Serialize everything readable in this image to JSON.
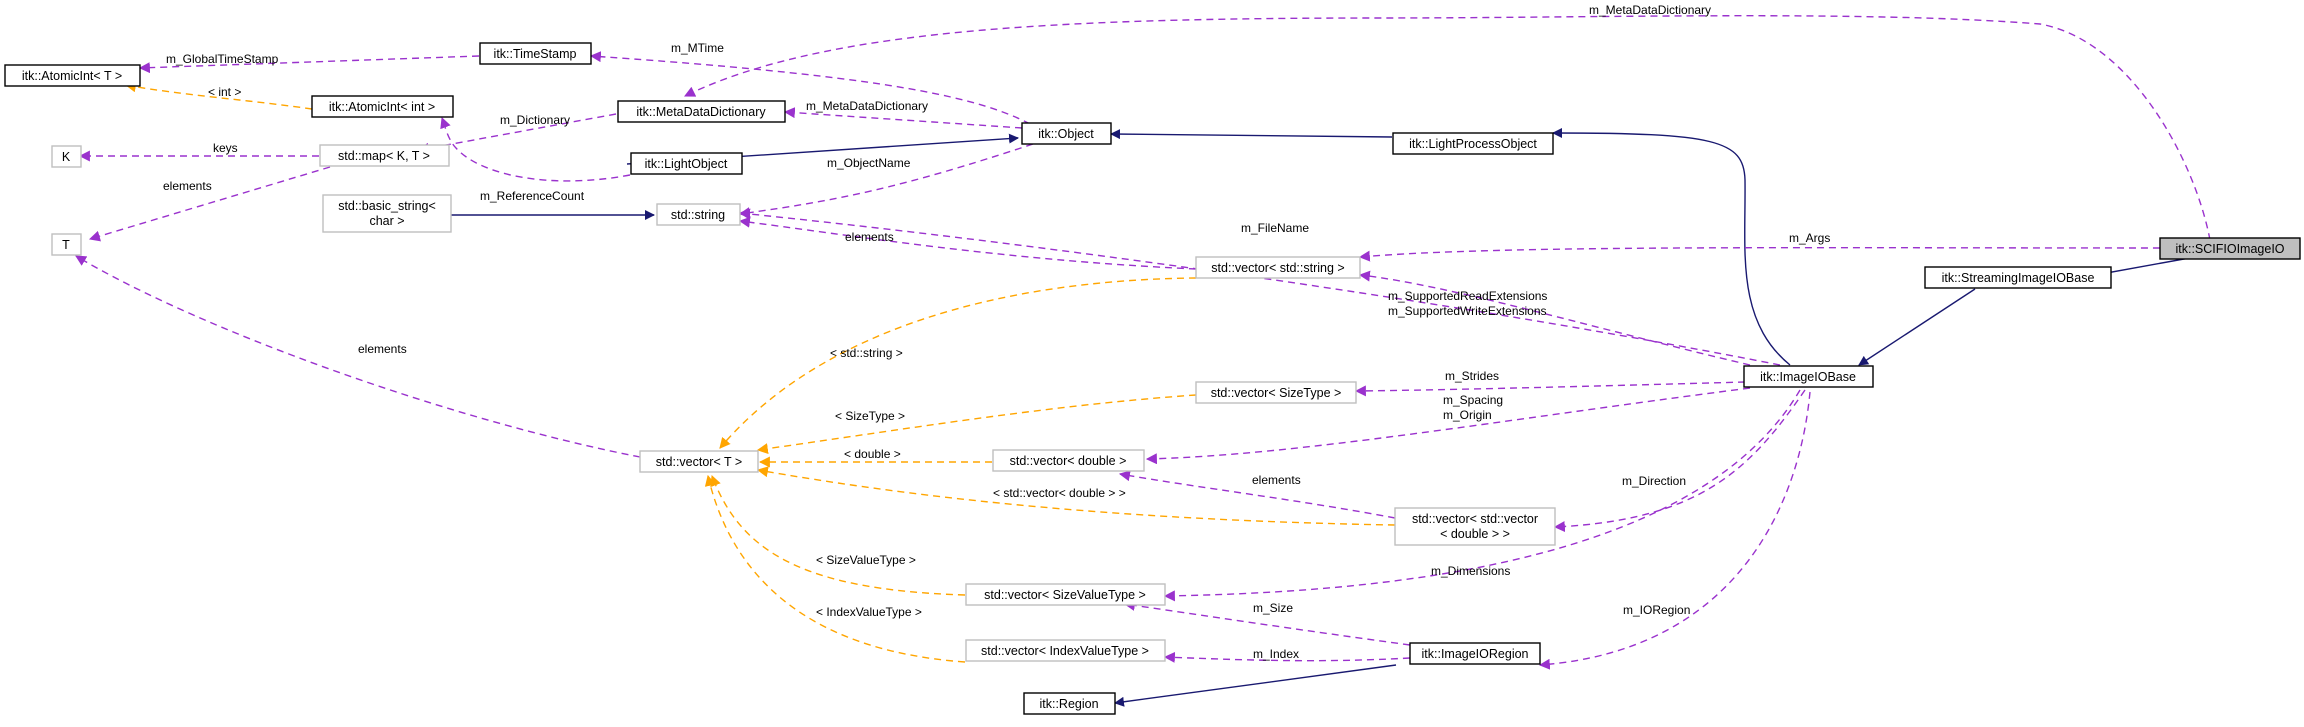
{
  "colors": {
    "inheritance": "#191970",
    "usage": "#9a32cd",
    "template": "#ffa500",
    "focus_fill": "#bfbfbf",
    "grey_border": "#bfbfbf"
  },
  "nodes": {
    "atomicint_t": "itk::AtomicInt< T >",
    "timestamp": "itk::TimeStamp",
    "atomicint_int": "itk::AtomicInt< int >",
    "metadatadictionary": "itk::MetaDataDictionary",
    "k": "K",
    "stdmap": "std::map< K, T >",
    "lightobject": "itk::LightObject",
    "object": "itk::Object",
    "lightprocessobject": "itk::LightProcessObject",
    "basicstring_1": "std::basic_string<",
    "basicstring_2": "char >",
    "stdstring": "std::string",
    "t": "T",
    "vec_string": "std::vector< std::string >",
    "scifio": "itk::SCIFIOImageIO",
    "streaming": "itk::StreamingImageIOBase",
    "imageiobase": "itk::ImageIOBase",
    "vec_sizetype": "std::vector< SizeType >",
    "vec_t": "std::vector< T >",
    "vec_double": "std::vector< double >",
    "vec_vec_1": "std::vector< std::vector",
    "vec_vec_2": "< double > >",
    "vec_sizevaluetype": "std::vector< SizeValueType >",
    "vec_indexvaluetype": "std::vector< IndexValueType >",
    "imageioregion": "itk::ImageIORegion",
    "region": "itk::Region"
  },
  "edges": {
    "m_globaltimestamp": "m_GlobalTimeStamp",
    "int_tmpl": "< int >",
    "m_mtime": "m_MTime",
    "m_metadatadictionary_top": "m_MetaDataDictionary",
    "m_metadatadictionary": "m_MetaDataDictionary",
    "m_dictionary": "m_Dictionary",
    "keys": "keys",
    "m_referencecount": "m_ReferenceCount",
    "m_objectname": "m_ObjectName",
    "elements_map": "elements",
    "elements_string": "elements",
    "m_filename": "m_FileName",
    "m_args": "m_Args",
    "m_supportedread": "m_SupportedReadExtensions",
    "m_supportedwrite": "m_SupportedWriteExtensions",
    "elements_t": "elements",
    "stdstring_tmpl": "< std::string >",
    "m_strides": "m_Strides",
    "sizetype_tmpl": "< SizeType >",
    "m_spacing": "m_Spacing",
    "m_origin": "m_Origin",
    "double_tmpl": "< double >",
    "elements_double": "elements",
    "m_direction": "m_Direction",
    "vecdouble_tmpl": "< std::vector< double > >",
    "sizevaluetype_tmpl": "< SizeValueType >",
    "m_dimensions": "m_Dimensions",
    "m_size": "m_Size",
    "indexvaluetype_tmpl": "< IndexValueType >",
    "m_ioregion": "m_IORegion",
    "m_index": "m_Index"
  }
}
